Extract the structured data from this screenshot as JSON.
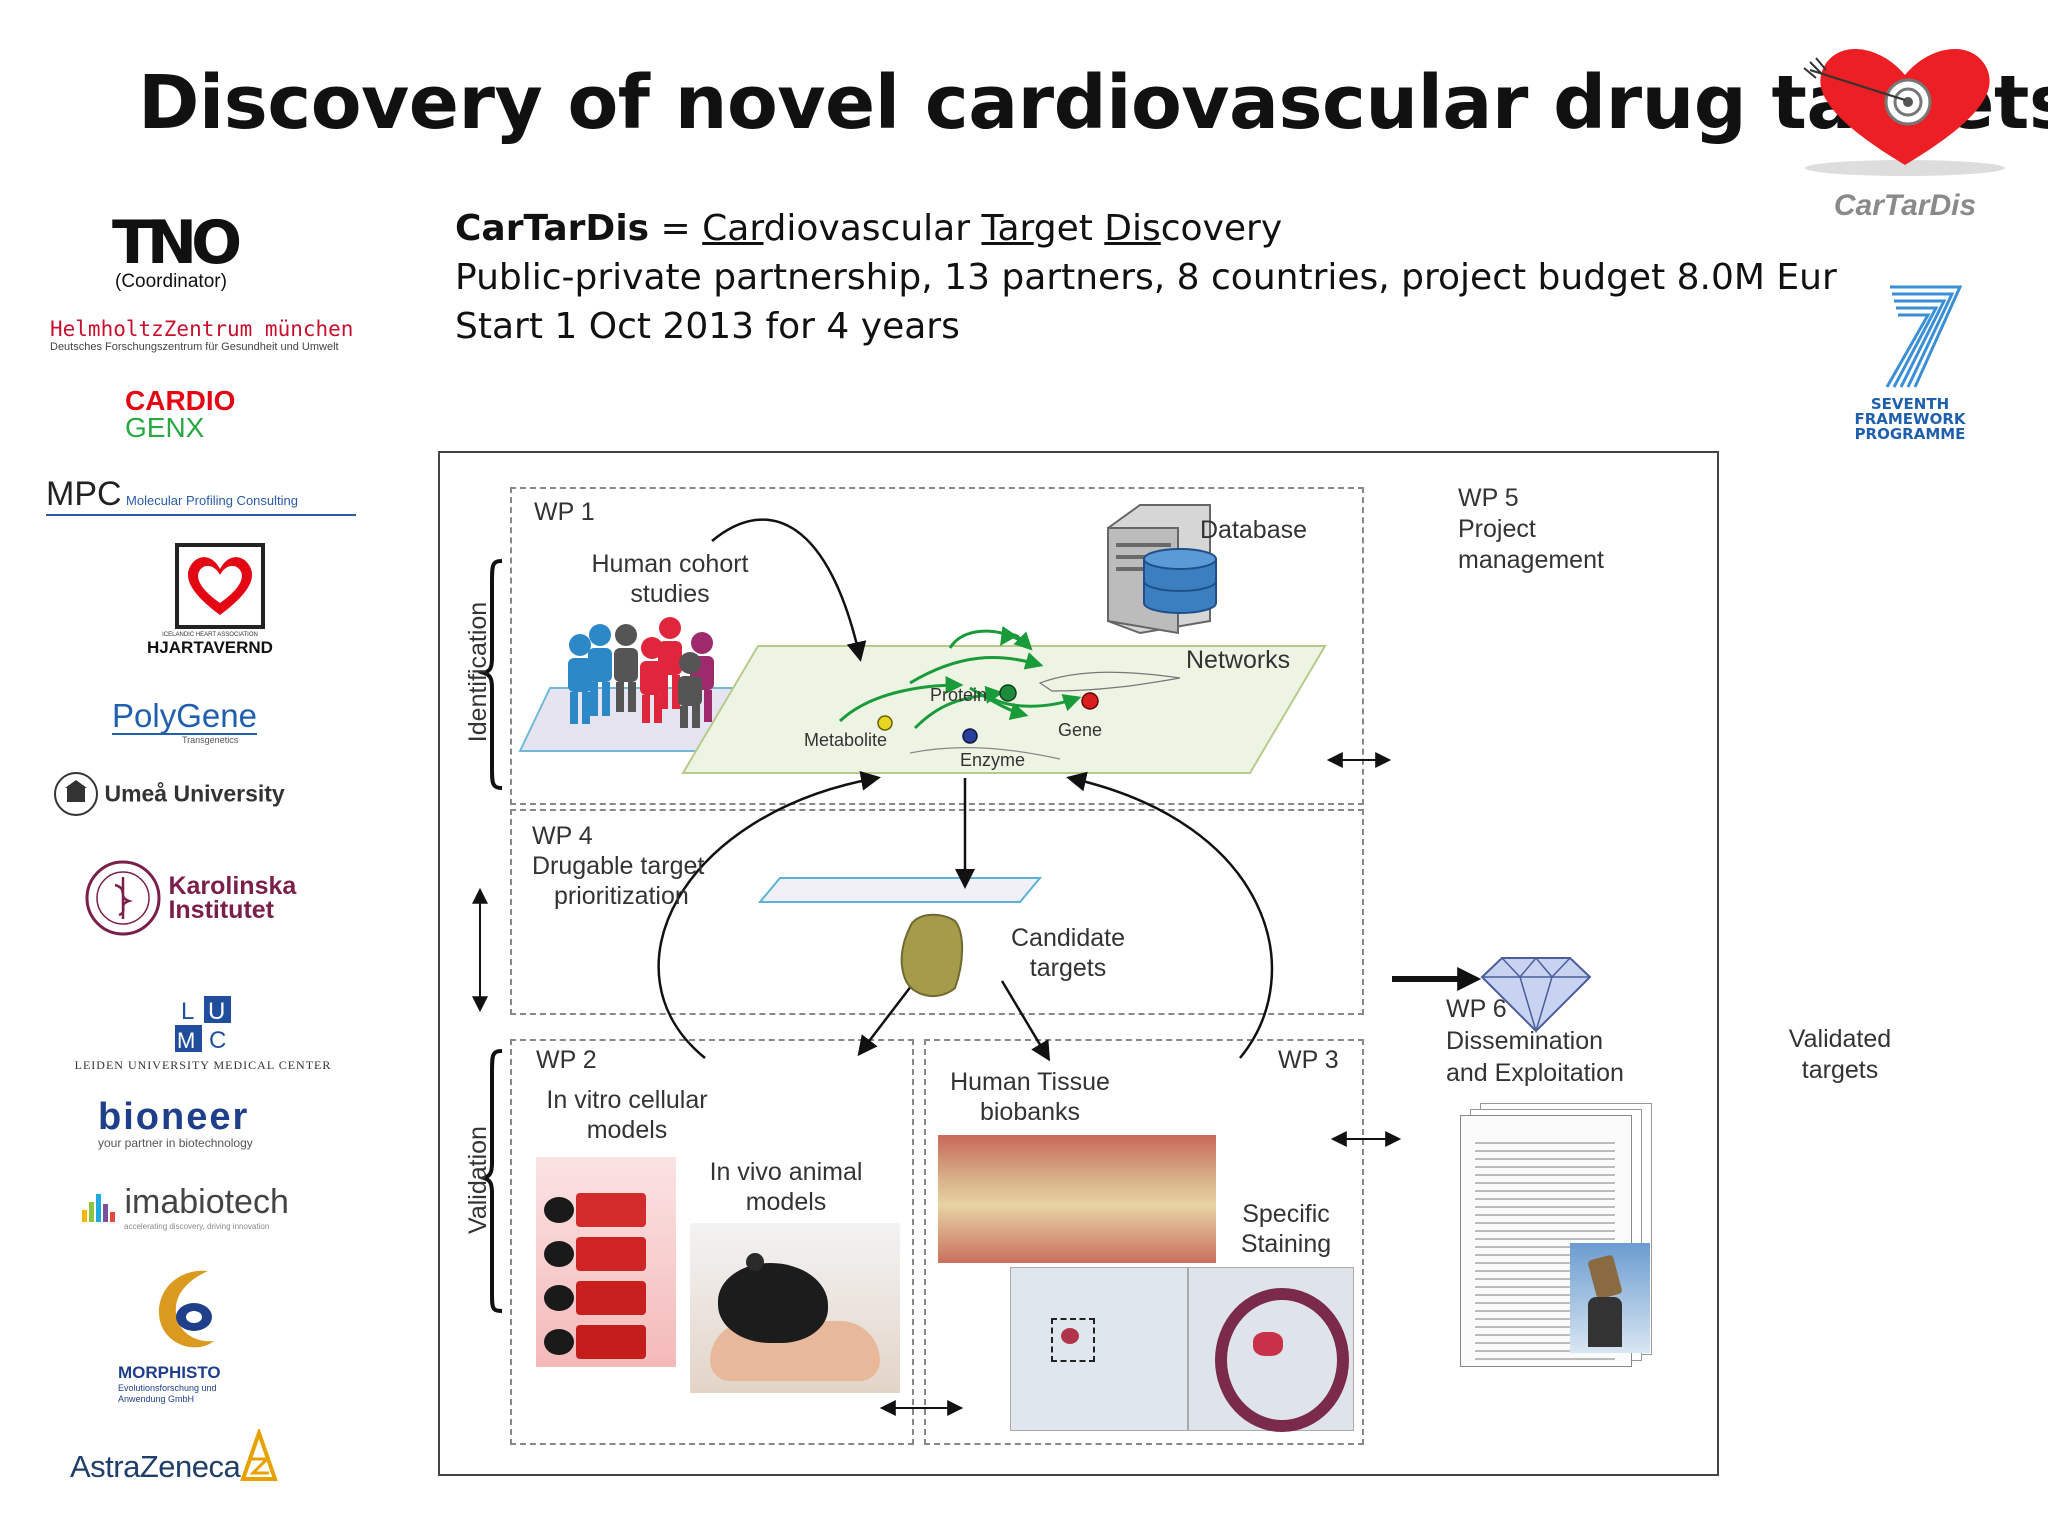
{
  "title": "Discovery of novel cardiovascular drug targets",
  "intro": {
    "name_bold": "CarTarDis",
    "eq": " = ",
    "p1": "Car",
    "p2": "diovascular ",
    "p3": "Tar",
    "p4": "get ",
    "p5": "Dis",
    "p6": "covery",
    "line2": "Public-private partnership, 13 partners, 8 countries, project budget 8.0M Eur",
    "line3": "Start 1 Oct 2013 for 4 years"
  },
  "cartardis_logo": {
    "text": "CarTarDis",
    "color": "#ec2024"
  },
  "fp7_logo": {
    "line1": "SEVENTH FRAMEWORK",
    "line2": "PROGRAMME",
    "color": "#1f5fad"
  },
  "partners": [
    {
      "id": "tno",
      "name": "TNO",
      "sub": "(Coordinator)"
    },
    {
      "id": "helmholtz",
      "name": "HelmholtzZentrum münchen",
      "sub": "Deutsches Forschungszentrum für Gesundheit und Umwelt"
    },
    {
      "id": "cardiogenx",
      "name": "CARDIO",
      "sub": "GENX"
    },
    {
      "id": "mpc",
      "name": "MPC",
      "sub": "Molecular Profiling Consulting"
    },
    {
      "id": "hjartavernd",
      "name": "HJARTAVERND",
      "sub": "ICELANDIC HEART ASSOCIATION"
    },
    {
      "id": "polygene",
      "name": "PolyGene",
      "sub": "Transgenetics"
    },
    {
      "id": "umea",
      "name": "Umeå University",
      "sub": ""
    },
    {
      "id": "karolinska",
      "name": "Karolinska",
      "sub": "Institutet"
    },
    {
      "id": "lumc",
      "name": "LUMC",
      "sub": "Leiden University Medical Center"
    },
    {
      "id": "bioneer",
      "name": "bioneer",
      "sub": "your partner in biotechnology"
    },
    {
      "id": "imabiotech",
      "name": "imabiotech",
      "sub": "accelerating discovery, driving innovation"
    },
    {
      "id": "morphisto",
      "name": "MORPHISTO",
      "sub": "Evolutionsforschung und Anwendung GmbH"
    },
    {
      "id": "astrazeneca",
      "name": "AstraZeneca",
      "sub": ""
    }
  ],
  "diagram": {
    "wp1": {
      "label": "WP 1",
      "cohort1": "Human cohort",
      "cohort2": "studies",
      "database": "Database",
      "networks": "Networks",
      "nodes": {
        "protein": "Protein",
        "gene": "Gene",
        "metabolite": "Metabolite",
        "enzyme": "Enzyme"
      }
    },
    "wp4": {
      "label": "WP 4",
      "line1": "Drugable target",
      "line2": "prioritization",
      "cand1": "Candidate",
      "cand2": "targets"
    },
    "wp2": {
      "label": "WP 2",
      "vitro1": "In vitro cellular",
      "vitro2": "models",
      "vivo1": "In vivo animal",
      "vivo2": "models"
    },
    "wp3": {
      "label": "WP 3",
      "tissue1": "Human Tissue",
      "tissue2": "biobanks",
      "stain1": "Specific",
      "stain2": "Staining"
    },
    "wp5": {
      "label": "WP 5",
      "line1": "Project",
      "line2": "management"
    },
    "wp6": {
      "label": "WP 6",
      "line1": "Dissemination",
      "line2": "and Exploitation"
    },
    "phases": {
      "identification": "Identification",
      "validation": "Validation"
    },
    "validated1": "Validated",
    "validated2": "targets",
    "colors": {
      "network_green": "#1a9b3a",
      "node_protein": "#1e8a3c",
      "node_gene": "#d81e1e",
      "node_metabolite": "#e6d820",
      "node_enzyme": "#2a3e9c"
    }
  }
}
